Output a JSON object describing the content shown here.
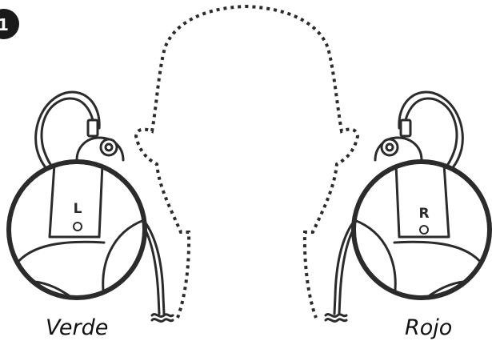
{
  "step": {
    "number": "1"
  },
  "earphones": {
    "left": {
      "side_letter": "L",
      "caption": "Verde"
    },
    "right": {
      "side_letter": "R",
      "caption": "Rojo"
    }
  },
  "colors": {
    "line": "#2b2b2b",
    "marker_fill": "#1a1a1a",
    "background": "#ffffff"
  }
}
